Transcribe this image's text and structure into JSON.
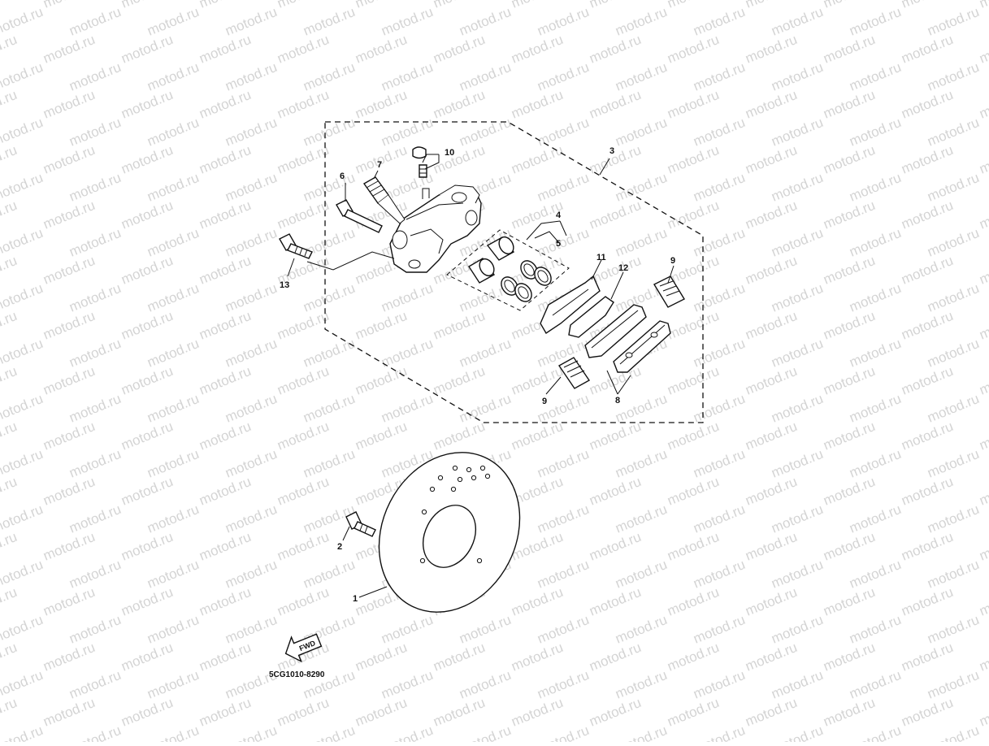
{
  "watermark": {
    "text": "motod.ru"
  },
  "diagram_code": "5CG1010-8290",
  "fwd_label": "FWD",
  "callouts": [
    {
      "id": "1",
      "label": "1"
    },
    {
      "id": "2",
      "label": "2"
    },
    {
      "id": "3",
      "label": "3"
    },
    {
      "id": "4",
      "label": "4"
    },
    {
      "id": "5",
      "label": "5"
    },
    {
      "id": "6",
      "label": "6"
    },
    {
      "id": "7",
      "label": "7"
    },
    {
      "id": "8",
      "label": "8"
    },
    {
      "id": "9a",
      "label": "9"
    },
    {
      "id": "9b",
      "label": "9"
    },
    {
      "id": "10",
      "label": "10"
    },
    {
      "id": "11",
      "label": "11"
    },
    {
      "id": "12",
      "label": "12"
    },
    {
      "id": "13",
      "label": "13"
    }
  ]
}
